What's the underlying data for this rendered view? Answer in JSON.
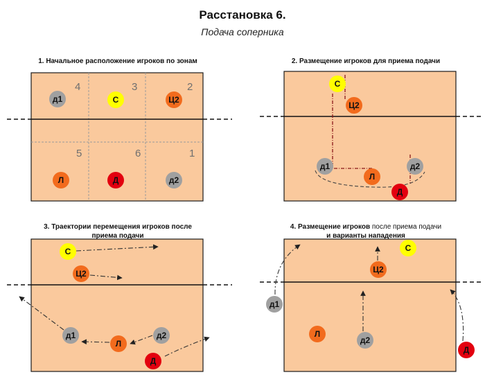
{
  "title": "Расстановка 6.",
  "subtitle": "Подача соперника",
  "colors": {
    "court": "#FAC99D",
    "libero_orange": "#F26B1D",
    "setter_yellow": "#FFFF00",
    "diagonal_red": "#E3000F",
    "receiver_gray": "#A0A0A0"
  },
  "panels": [
    {
      "caption": "1. Начальное расположение игроков по зонам",
      "zones": [
        "4",
        "3",
        "2",
        "5",
        "6",
        "1"
      ],
      "players": [
        {
          "label": "д1",
          "role": "receiver"
        },
        {
          "label": "С",
          "role": "setter"
        },
        {
          "label": "Ц2",
          "role": "middle"
        },
        {
          "label": "Л",
          "role": "libero"
        },
        {
          "label": "Д",
          "role": "diagonal"
        },
        {
          "label": "д2",
          "role": "receiver"
        }
      ]
    },
    {
      "caption": "2. Размещение игроков для приема подачи",
      "players": [
        {
          "label": "С",
          "role": "setter"
        },
        {
          "label": "Ц2",
          "role": "middle"
        },
        {
          "label": "д1",
          "role": "receiver"
        },
        {
          "label": "Л",
          "role": "libero"
        },
        {
          "label": "д2",
          "role": "receiver"
        },
        {
          "label": "Д",
          "role": "diagonal"
        }
      ]
    },
    {
      "caption_line1": "3. Траектории перемещения игроков после",
      "caption_line2": "приема подачи",
      "players": [
        {
          "label": "С",
          "role": "setter"
        },
        {
          "label": "Ц2",
          "role": "middle"
        },
        {
          "label": "д1",
          "role": "receiver"
        },
        {
          "label": "Л",
          "role": "libero"
        },
        {
          "label": "д2",
          "role": "receiver"
        },
        {
          "label": "Д",
          "role": "diagonal"
        }
      ]
    },
    {
      "caption_bold": "4. Размещение игроков",
      "caption_rest": " после приема подачи",
      "caption_line2": "и варианты нападения",
      "players": [
        {
          "label": "С",
          "role": "setter"
        },
        {
          "label": "Ц2",
          "role": "middle"
        },
        {
          "label": "д1",
          "role": "receiver"
        },
        {
          "label": "Л",
          "role": "libero"
        },
        {
          "label": "д2",
          "role": "receiver"
        },
        {
          "label": "Д",
          "role": "diagonal"
        }
      ]
    }
  ]
}
